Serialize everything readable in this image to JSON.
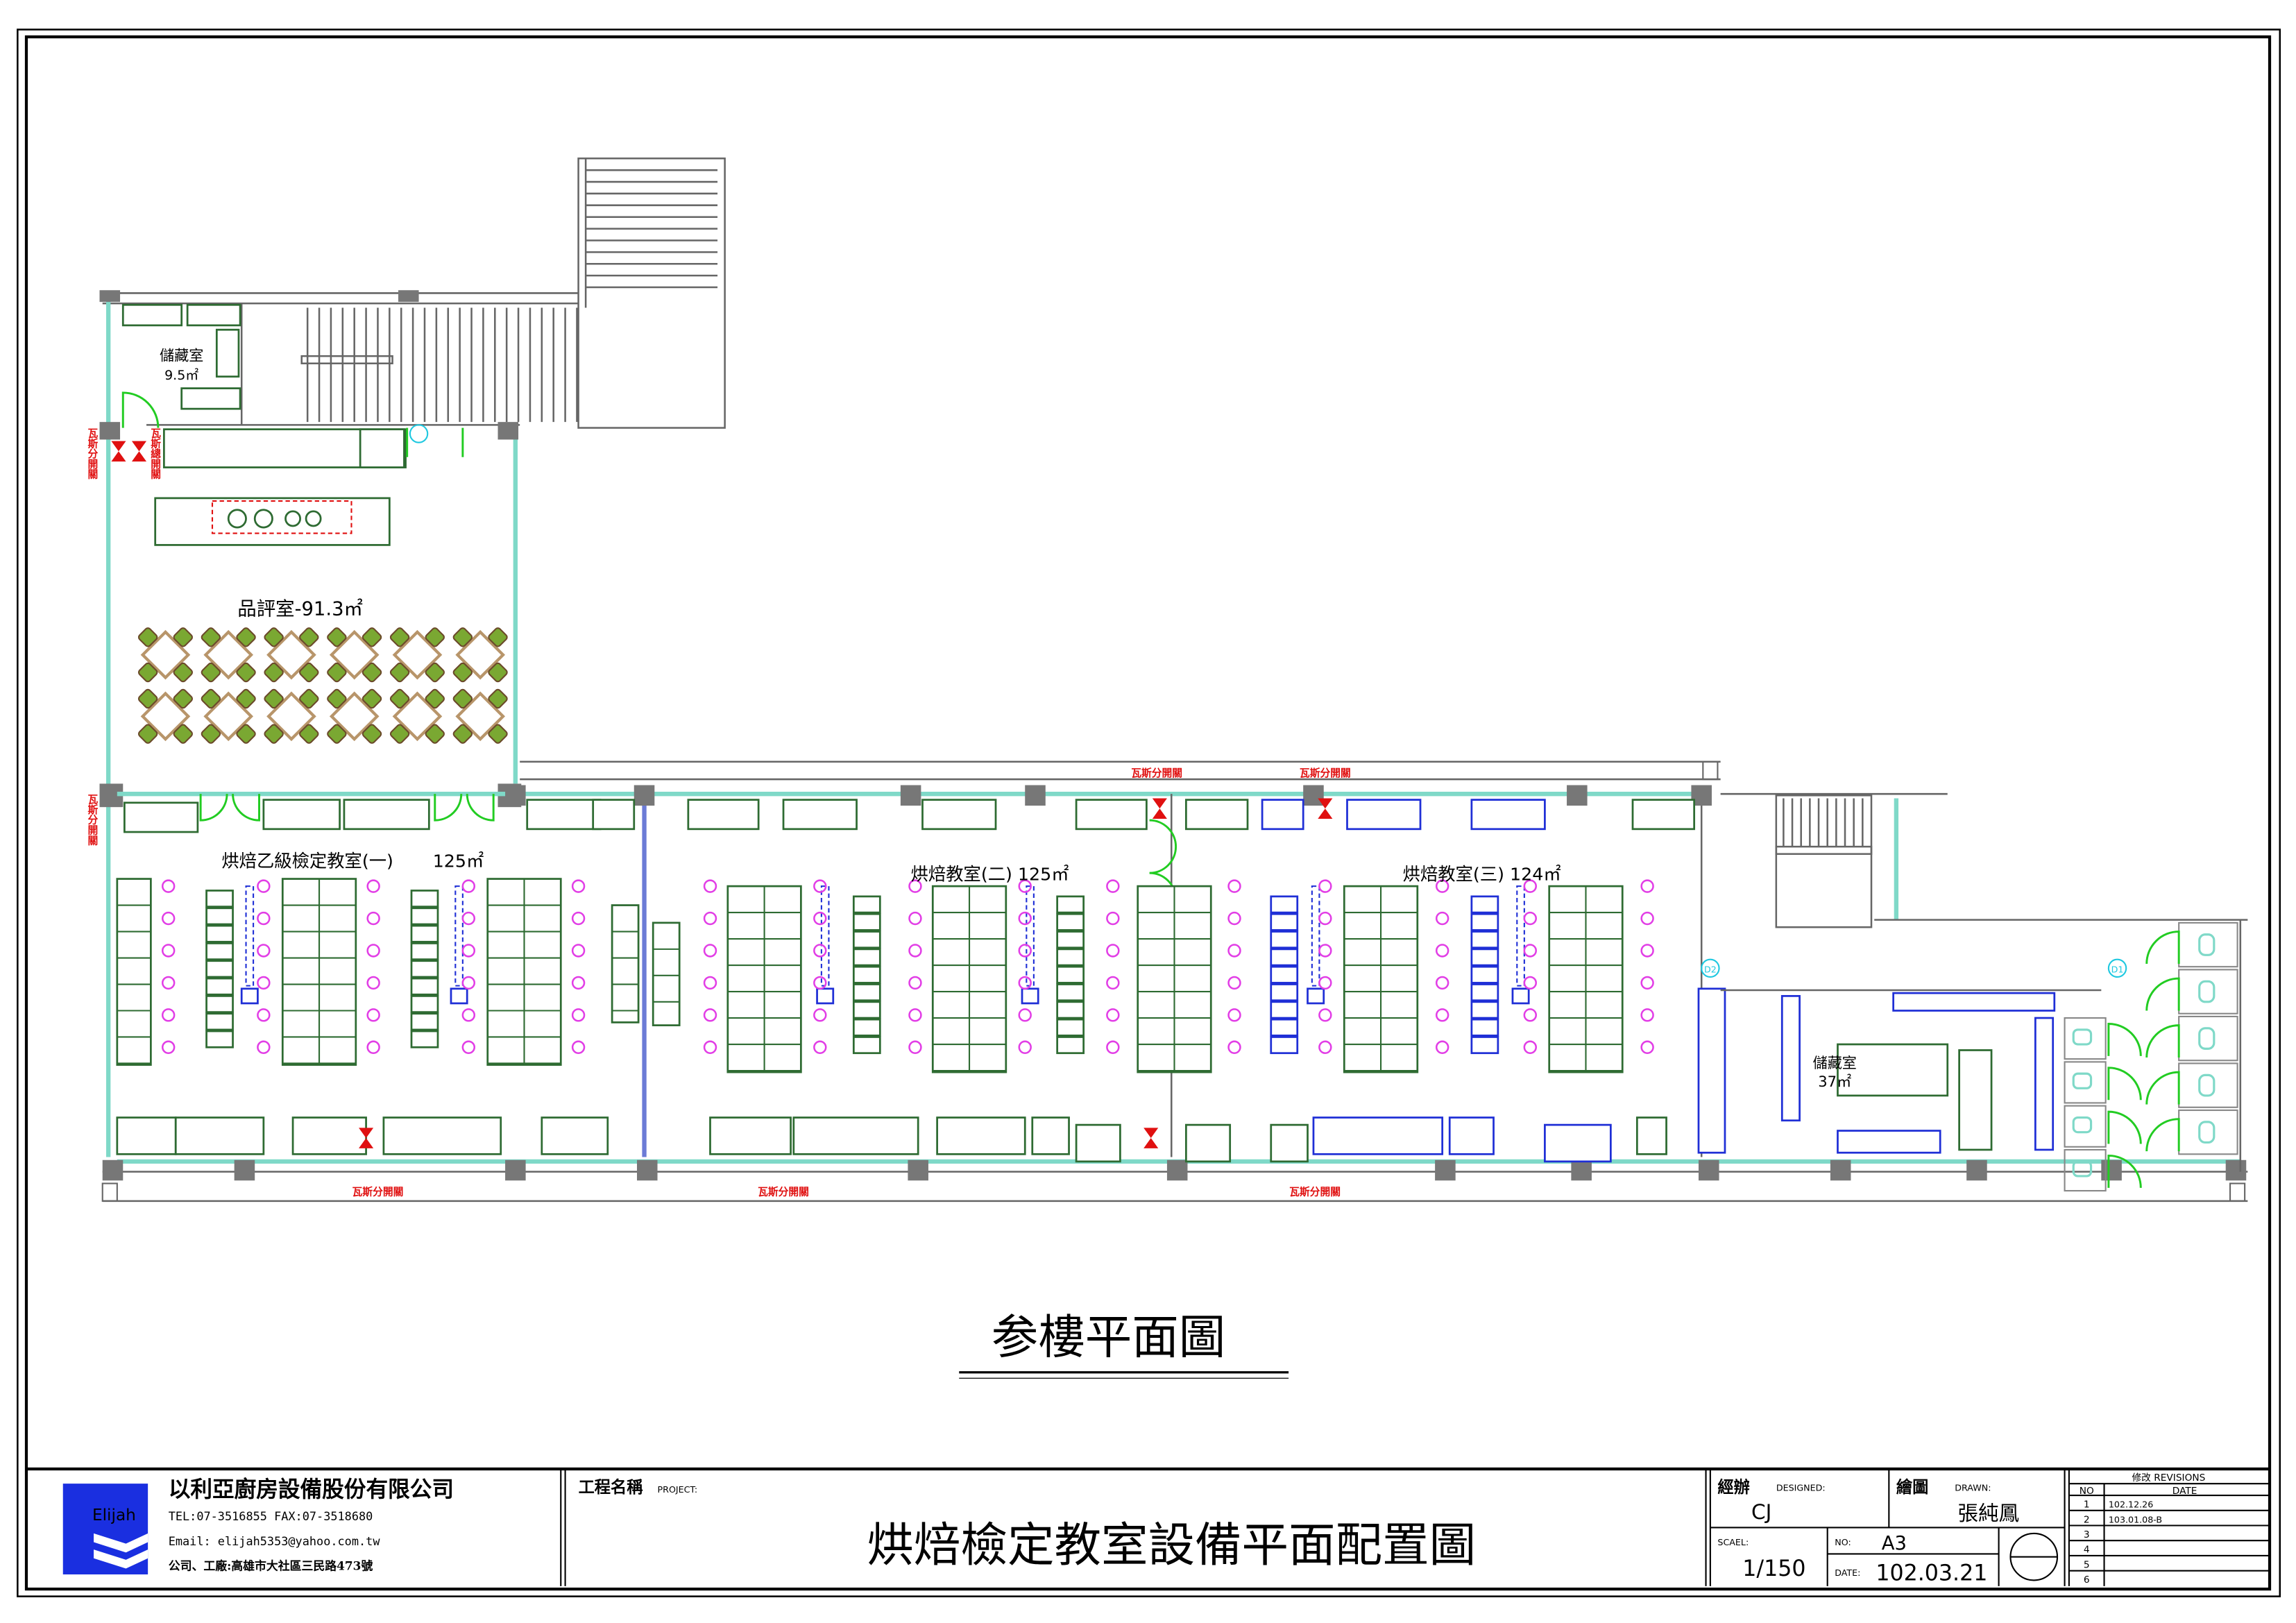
{
  "drawing": {
    "title": "参樓平面圖",
    "rooms": {
      "storage_small": {
        "name": "儲藏室",
        "area": "9.5㎡"
      },
      "tasting": {
        "name": "品評室-91.3㎡"
      },
      "classroom1": {
        "name": "烘焙乙級檢定教室(一)",
        "area": "125㎡"
      },
      "classroom2": {
        "name": "烘焙教室(二) 125㎡"
      },
      "classroom3": {
        "name": "烘焙教室(三) 124㎡"
      },
      "storage_large": {
        "name": "儲藏室",
        "area": "37㎡"
      }
    },
    "gas_labels": {
      "gas_branch": "瓦斯分開關",
      "gas_main": "瓦斯總開關"
    },
    "door_tags": {
      "d1": "D1",
      "d2": "D2"
    }
  },
  "title_block": {
    "company": {
      "logo_text": "Elijah",
      "name": "以利亞廚房設備股份有限公司",
      "phone_fax": "TEL:07-3516855    FAX:07-3518680",
      "email": "Email: elijah5353@yahoo.com.tw",
      "address": "公司、工廠:高雄市大社區三民路473號"
    },
    "project": {
      "label_cn": "工程名稱",
      "label_en": "PROJECT:",
      "name": "烘焙檢定教室設備平面配置圖"
    },
    "designed": {
      "label_cn": "經辦",
      "label_en": "DESIGNED:",
      "value": "CJ"
    },
    "drawn": {
      "label_cn": "繪圖",
      "label_en": "DRAWN:",
      "value": "張純鳳"
    },
    "scale": {
      "label": "SCAEL:",
      "value": "1/150"
    },
    "number": {
      "label": "NO:",
      "value": "A3"
    },
    "date": {
      "label": "DATE:",
      "value": "102.03.21"
    },
    "revisions": {
      "title": "修改 REVISIONS",
      "col_no": "NO",
      "col_date": "DATE",
      "rows": [
        {
          "no": "1",
          "date": "102.12.26"
        },
        {
          "no": "2",
          "date": "103.01.08-B"
        },
        {
          "no": "3",
          "date": ""
        },
        {
          "no": "4",
          "date": ""
        },
        {
          "no": "5",
          "date": ""
        },
        {
          "no": "6",
          "date": ""
        }
      ]
    }
  },
  "colors": {
    "equipment": "#2e6b32",
    "blue_equipment": "#1f2fd6",
    "tag": "#e23ee6",
    "gas": "#e01010",
    "door": "#22cc22",
    "glass": "#7fd9c8",
    "logo": "#1a2fe0"
  }
}
